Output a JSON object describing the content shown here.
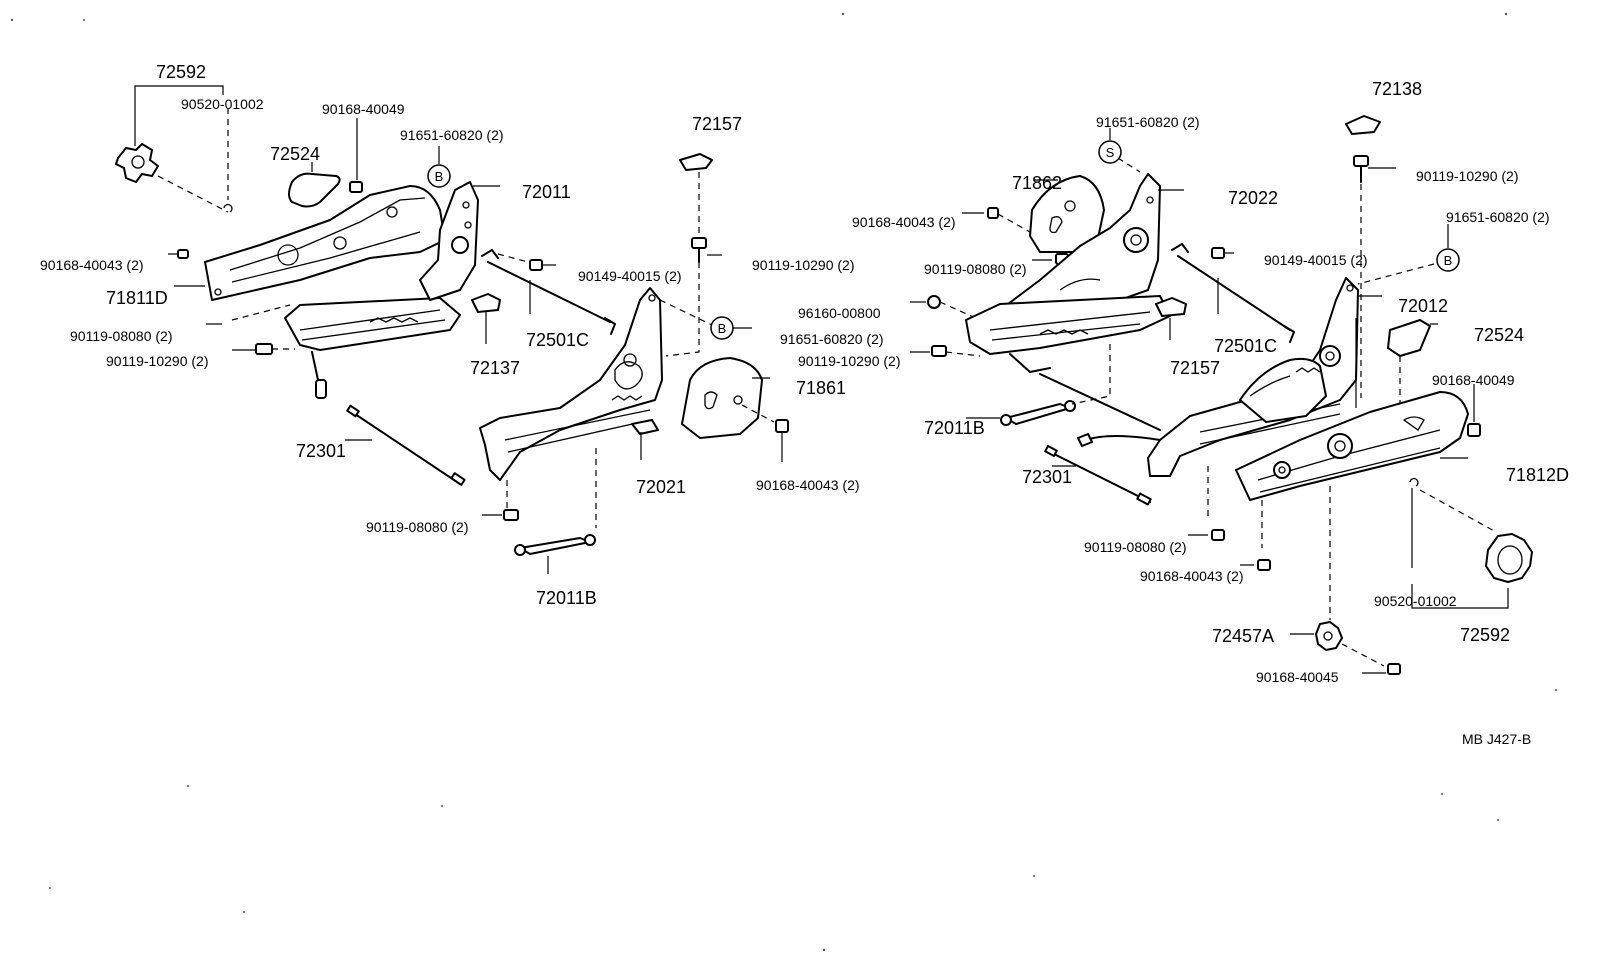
{
  "labels": {
    "l_72592_left": "72592",
    "l_90520_left": "90520-01002",
    "l_90168_40049_left": "90168-40049",
    "l_72524_left": "72524",
    "l_91651_left_top": "91651-60820 (2)",
    "l_72011": "72011",
    "l_72157_left": "72157",
    "l_90168_40043_left_top": "90168-40043 (2)",
    "l_90149_left": "90149-40015 (2)",
    "l_90119_10290_left_top": "90119-10290 (2)",
    "l_71811D": "71811D",
    "l_90119_08080_left_top": "90119-08080 (2)",
    "l_72501C_left": "72501C",
    "l_91651_left_mid": "91651-60820 (2)",
    "l_90119_10290_left_mid": "90119-10290 (2)",
    "l_72137": "72137",
    "l_71861": "71861",
    "l_72301_left": "72301",
    "l_72021": "72021",
    "l_90168_40043_left_bot": "90168-40043 (2)",
    "l_90119_08080_left_bot": "90119-08080 (2)",
    "l_72011B_left": "72011B",
    "l_72138": "72138",
    "l_91651_right_top": "91651-60820 (2)",
    "l_90119_10290_right_top": "90119-10290 (2)",
    "l_71862": "71862",
    "l_72022": "72022",
    "l_90168_40043_right_top": "90168-40043 (2)",
    "l_91651_right_mid": "91651-60820 (2)",
    "l_90119_08080_right_top": "90119-08080 (2)",
    "l_90149_right": "90149-40015 (2)",
    "l_96160": "96160-00800",
    "l_72012": "72012",
    "l_72501C_right": "72501C",
    "l_72524_right": "72524",
    "l_90119_10290_right_mid": "90119-10290 (2)",
    "l_72157_right": "72157",
    "l_90168_40049_right": "90168-40049",
    "l_72011B_right": "72011B",
    "l_71812D": "71812D",
    "l_72301_right": "72301",
    "l_90119_08080_right_bot": "90119-08080 (2)",
    "l_90168_40043_right_bot": "90168-40043 (2)",
    "l_90520_right": "90520-01002",
    "l_72457A": "72457A",
    "l_72592_right": "72592",
    "l_90168_40045": "90168-40045",
    "l_code": "MB   J427-B"
  },
  "markers": {
    "b1": "B",
    "b2": "B",
    "b3": "B",
    "s1": "S"
  }
}
